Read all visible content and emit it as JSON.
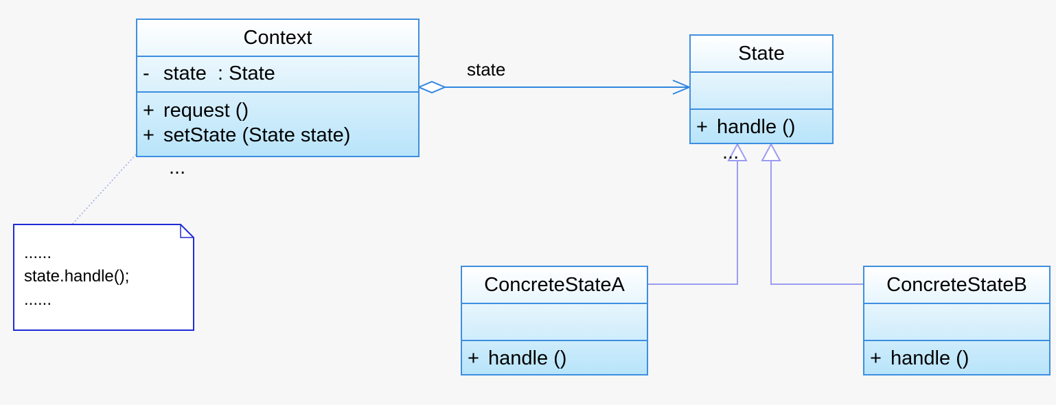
{
  "colors": {
    "class_border": "#3d8ee0",
    "class_fill_top": "#ffffff",
    "class_fill_bottom": "#b8e4fa",
    "association_line": "#2f86e0",
    "generalization_line": "#9b9bf2",
    "note_border": "#1f2ad6",
    "background": "#f7f7f7"
  },
  "context": {
    "name": "Context",
    "attributes": [
      {
        "visibility": "-",
        "text": "state  : State"
      }
    ],
    "operations": [
      {
        "visibility": "+",
        "text": "request ()"
      },
      {
        "visibility": "+",
        "text": "setState (State state)"
      }
    ],
    "ellipsis": "..."
  },
  "state": {
    "name": "State",
    "operations": [
      {
        "visibility": "+",
        "text": "handle ()"
      }
    ],
    "ellipsis": "..."
  },
  "concrete_a": {
    "name": "ConcreteStateA",
    "operations": [
      {
        "visibility": "+",
        "text": "handle ()"
      }
    ]
  },
  "concrete_b": {
    "name": "ConcreteStateB",
    "operations": [
      {
        "visibility": "+",
        "text": "handle ()"
      }
    ]
  },
  "association": {
    "label": "state",
    "type": "aggregation"
  },
  "note": {
    "lines": [
      "......",
      "state.handle();",
      "......"
    ]
  }
}
